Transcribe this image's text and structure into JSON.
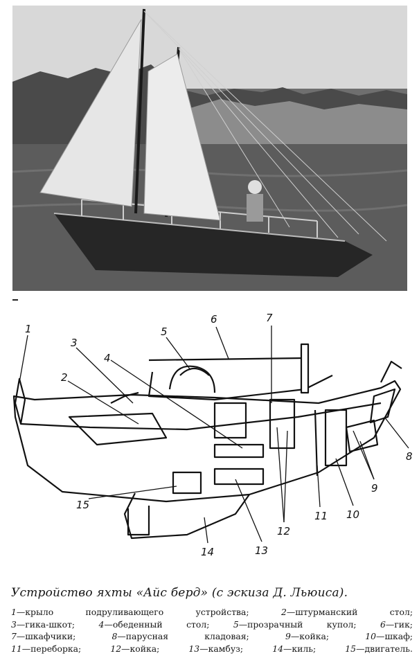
{
  "caption": {
    "title": "Устройство яхты «Айс берд» (с эскиза Д. Льюиса)."
  },
  "legend": [
    {
      "num": "1",
      "text": "крыло подруливающего устройства;"
    },
    {
      "num": "2",
      "text": "штурманский стол;"
    },
    {
      "num": "3",
      "text": "гика-шкот;"
    },
    {
      "num": "4",
      "text": "обеденный стол;"
    },
    {
      "num": "5",
      "text": "прозрачный купол;"
    },
    {
      "num": "6",
      "text": "гик;"
    },
    {
      "num": "7",
      "text": "шкафчики;"
    },
    {
      "num": "8",
      "text": "парусная кладовая;"
    },
    {
      "num": "9",
      "text": "койка;"
    },
    {
      "num": "10",
      "text": "шкаф;"
    },
    {
      "num": "11",
      "text": "переборка;"
    },
    {
      "num": "12",
      "text": "койка;"
    },
    {
      "num": "13",
      "text": "камбуз;"
    },
    {
      "num": "14",
      "text": "киль;"
    },
    {
      "num": "15",
      "text": "двигатель."
    }
  ],
  "diagram_labels": [
    "1",
    "2",
    "3",
    "4",
    "5",
    "6",
    "7",
    "8",
    "9",
    "10",
    "11",
    "12",
    "13",
    "14",
    "15"
  ]
}
